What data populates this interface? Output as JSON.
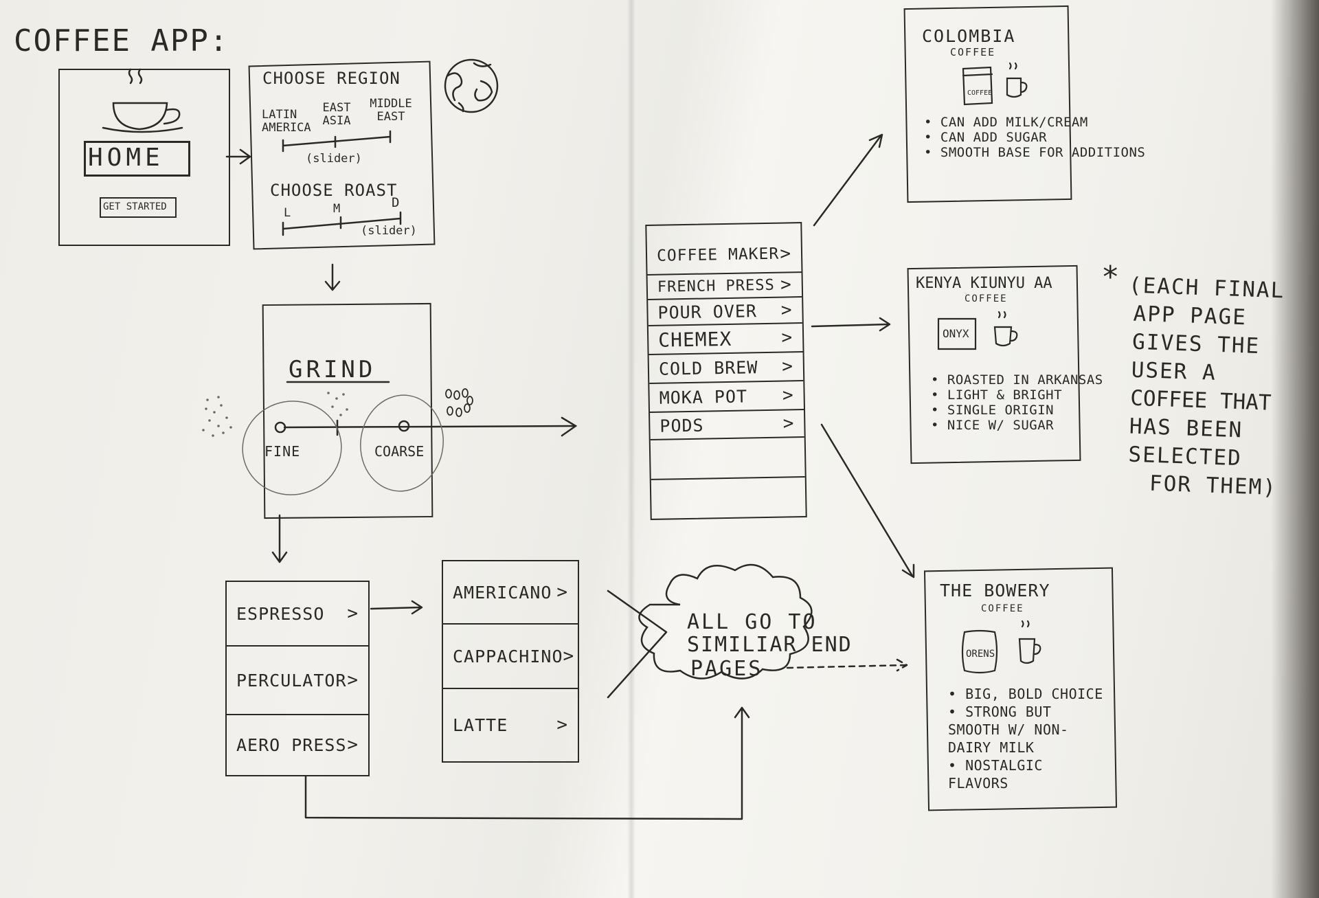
{
  "title": "COFFEE APP:",
  "home": {
    "heading": "HOME",
    "button": "GET STARTED"
  },
  "region": {
    "heading": "CHOOSE REGION",
    "options": [
      "LATIN AMERICA",
      "EAST ASIA",
      "MIDDLE EAST"
    ],
    "slider_note": "(slider)"
  },
  "roast": {
    "heading": "CHOOSE ROAST",
    "marks": [
      "L",
      "M",
      "D"
    ],
    "slider_note": "(slider)"
  },
  "grind": {
    "heading": "GRIND",
    "fine": "FINE",
    "coarse": "COARSE"
  },
  "methods": [
    {
      "label": "ESPRESSO",
      "chevron": ">"
    },
    {
      "label": "PERCULATOR",
      "chevron": ">"
    },
    {
      "label": "AERO PRESS",
      "chevron": ">"
    }
  ],
  "espresso_drinks": [
    {
      "label": "AMERICANO",
      "chevron": ">"
    },
    {
      "label": "CAPPACHINO",
      "chevron": ">"
    },
    {
      "label": "LATTE",
      "chevron": ">"
    }
  ],
  "cloud_note": [
    "ALL GO TO",
    "SIMILIAR END",
    "PAGES"
  ],
  "coffee_maker_menu": [
    {
      "label": "COFFEE MAKER",
      "chevron": ">"
    },
    {
      "label": "FRENCH PRESS",
      "chevron": ">"
    },
    {
      "label": "POUR OVER",
      "chevron": ">"
    },
    {
      "label": "CHEMEX",
      "chevron": ">"
    },
    {
      "label": "COLD BREW",
      "chevron": ">"
    },
    {
      "label": "MOKA POT",
      "chevron": ">"
    },
    {
      "label": "PODS",
      "chevron": ">"
    }
  ],
  "result_pages": [
    {
      "name": "COLOMBIA",
      "subtitle": "COFFEE",
      "bag_label": "COFFEE",
      "bullets": [
        "CAN ADD MILK/CREAM",
        "CAN ADD SUGAR",
        "SMOOTH BASE FOR ADDITIONS"
      ]
    },
    {
      "name": "KENYA KIUNYU AA",
      "subtitle": "COFFEE",
      "bag_label": "ONYX",
      "bullets": [
        "ROASTED IN ARKANSAS",
        "LIGHT & BRIGHT",
        "SINGLE ORIGIN",
        "NICE W/ SUGAR"
      ]
    },
    {
      "name": "THE BOWERY",
      "subtitle": "COFFEE",
      "bag_label": "ORENS",
      "bullets": [
        "BIG, BOLD CHOICE",
        "STRONG BUT SMOOTH W/ NON-DAIRY MILK",
        "NOSTALGIC FLAVORS"
      ]
    }
  ],
  "side_note": {
    "asterisk": "*",
    "lines": [
      "(EACH FINAL",
      "APP PAGE",
      "GIVES THE",
      "USER A",
      "COFFEE THAT",
      "HAS BEEN",
      "SELECTED",
      "FOR THEM)"
    ]
  },
  "colors": {
    "ink": "#2b2925",
    "paper": "#f1f0eb",
    "desk": "#3a3733"
  },
  "icons": [
    "coffee-cup-icon",
    "globe-icon",
    "coffee-bag-icon",
    "steam-icon",
    "coffee-grounds-icon",
    "cloud-icon"
  ]
}
